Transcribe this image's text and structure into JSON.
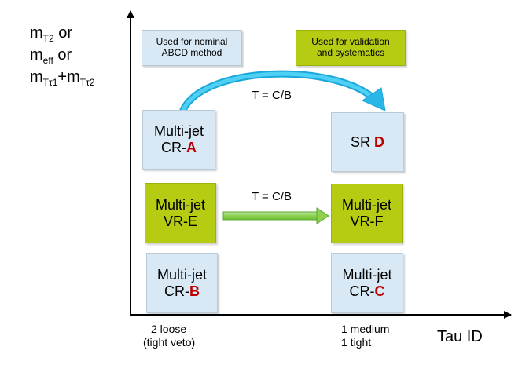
{
  "y_axis": {
    "line1": {
      "main": "m",
      "sub": "T2",
      "tail": " or"
    },
    "line2": {
      "main": "m",
      "sub": "eff",
      "tail": " or"
    },
    "line3": {
      "main1": "m",
      "sub1": "Tτ1",
      "mid": "+m",
      "sub2": "Tτ2"
    }
  },
  "x_axis": {
    "label": "Tau ID",
    "tick_left": {
      "line1": "2 loose",
      "line2": "(tight veto)"
    },
    "tick_right": {
      "line1": "1 medium",
      "line2": "1 tight"
    }
  },
  "legend": {
    "nominal": {
      "line1": "Used for nominal",
      "line2": "ABCD method",
      "color": "#d8e9f5"
    },
    "validation": {
      "line1": "Used for validation",
      "line2": "and systematics",
      "color": "#b6cc12"
    }
  },
  "regions": {
    "a": {
      "line1": "Multi-jet",
      "prefix": "CR-",
      "letter": "A"
    },
    "d": {
      "prefix": "SR ",
      "letter": "D"
    },
    "e": {
      "line1": "Multi-jet",
      "line2": "VR-E"
    },
    "f": {
      "line1": "Multi-jet",
      "line2": "VR-F"
    },
    "b": {
      "line1": "Multi-jet",
      "prefix": "CR-",
      "letter": "B"
    },
    "c": {
      "line1": "Multi-jet",
      "prefix": "CR-",
      "letter": "C"
    }
  },
  "transfer": {
    "upper_label": "T = C/B",
    "lower_label": "T = C/B"
  },
  "colors": {
    "letter_red": "#c00000",
    "arrow_blue": "#2ab7e8",
    "arrow_green": "#8fd14f"
  }
}
